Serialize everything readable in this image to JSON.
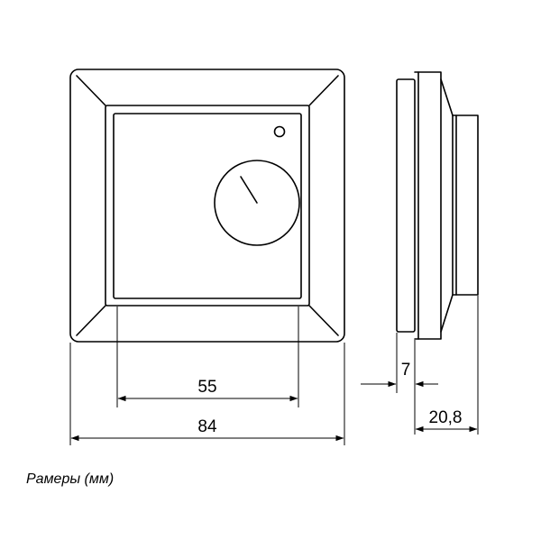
{
  "front_view": {
    "inner_width_label": "55",
    "outer_width_label": "84"
  },
  "side_view": {
    "plate_depth_label": "7",
    "total_depth_label": "20,8"
  },
  "caption": "Рамеры (мм)"
}
